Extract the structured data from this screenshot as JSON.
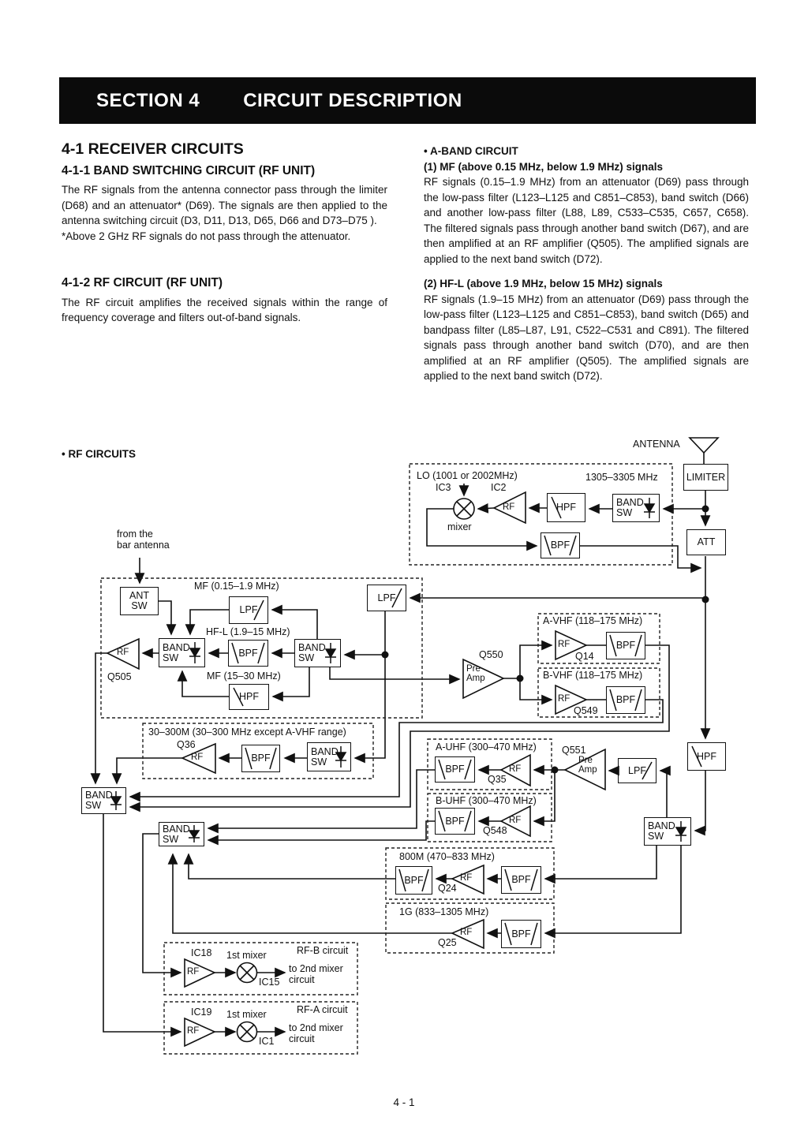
{
  "header": {
    "section": "SECTION 4",
    "title": "CIRCUIT DESCRIPTION"
  },
  "left_column": {
    "h1": "4-1 RECEIVER CIRCUITS",
    "h2": "4-1-1 BAND SWITCHING CIRCUIT (RF UNIT)",
    "p1": "The RF signals from the antenna connector pass through the limiter (D68) and an attenuator* (D69). The signals are then applied to the antenna switching circuit (D3, D11, D13, D65, D66 and D73–D75 ).",
    "note": "*Above 2 GHz RF signals do not pass through the attenuator.",
    "h3": "4-1-2 RF CIRCUIT (RF UNIT)",
    "p2": "The RF circuit amplifies the received signals within the range of frequency coverage and filters out-of-band signals."
  },
  "right_column": {
    "h1": "• A-BAND CIRCUIT",
    "h2": "(1) MF (above 0.15 MHz, below 1.9 MHz) signals",
    "p1": "RF signals (0.15–1.9 MHz) from an attenuator (D69) pass through the low-pass filter (L123–L125 and C851–C853), band switch (D66) and another low-pass filter (L88, L89, C533–C535, C657, C658). The filtered signals pass through another band switch (D67), and are then amplified at an RF amplifier (Q505). The amplified signals are applied to the next band switch (D72).",
    "h3": "(2) HF-L (above 1.9 MHz, below 15 MHz) signals",
    "p2": "RF signals (1.9–15 MHz) from an attenuator (D69) pass through the low-pass filter (L123–L125 and C851–C853), band switch (D65) and bandpass filter (L85–L87, L91, C522–C531 and C891). The filtered signals pass through another band switch (D70), and are then amplified at an RF amplifier (Q505). The amplified signals are applied to the next band switch (D72)."
  },
  "diagram": {
    "caption": "• RF CIRCUITS",
    "words": {
      "antenna": "ANTENNA",
      "limiter": "LIMITER",
      "att": "ATT",
      "band": "BAND",
      "sw": "SW",
      "ant": "ANT",
      "hpf": "HPF",
      "bpf": "BPF",
      "lpf": "LPF",
      "rf": "RF",
      "pre": "Pre",
      "amp": "Amp",
      "mixer": "mixer",
      "first_mixer": "1st mixer",
      "to_2nd": "to 2nd mixer",
      "circuit": "circuit"
    },
    "labels": {
      "lo": "LO (1001 or 2002MHz)",
      "range_top": "1305–3305 MHz",
      "ic3": "IC3",
      "ic2": "IC2",
      "from_bar_1": "from the",
      "from_bar_2": "bar antenna",
      "mf1": "MF (0.15–1.9 MHz)",
      "hfl": "HF-L (1.9–15 MHz)",
      "mf2": "MF (15–30 MHz)",
      "q505": "Q505",
      "q550": "Q550",
      "avhf": "A-VHF (118–175 MHz)",
      "q14": "Q14",
      "bvhf": "B-VHF (118–175 MHz)",
      "q549": "Q549",
      "m30": "30–300M (30–300 MHz except A-VHF range)",
      "q36": "Q36",
      "auhf": "A-UHF (300–470 MHz)",
      "q35": "Q35",
      "q551": "Q551",
      "buhf": "B-UHF (300–470 MHz)",
      "q548": "Q548",
      "m800": "800M (470–833 MHz)",
      "q24": "Q24",
      "g1": "1G (833–1305 MHz)",
      "q25": "Q25",
      "ic18": "IC18",
      "ic15": "IC15",
      "rfb": "RF-B circuit",
      "ic19": "IC19",
      "ic1": "IC1",
      "rfa": "RF-A circuit"
    }
  },
  "footer": {
    "page_number": "4 - 1"
  }
}
